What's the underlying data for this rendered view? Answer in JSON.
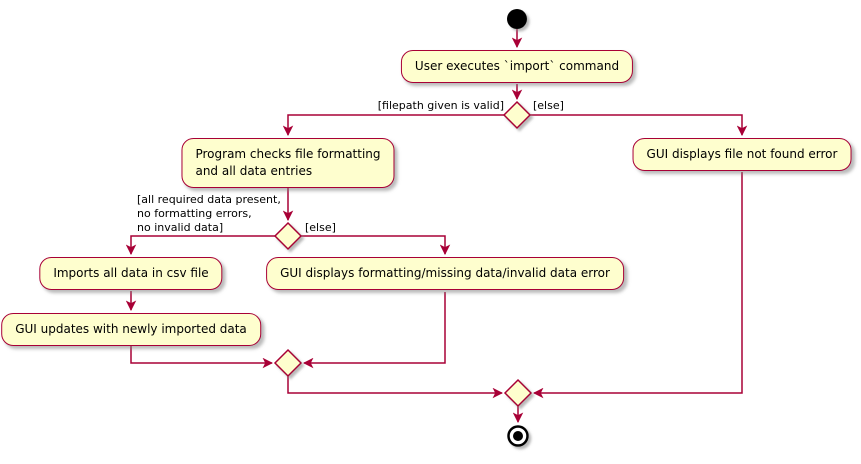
{
  "diagram": {
    "type": "uml-activity-diagram",
    "colors": {
      "node_fill": "#FEFECE",
      "node_border": "#A80036",
      "edge": "#A80036",
      "text": "#000000",
      "start_end_node": "#000000",
      "background": "#FFFFFF"
    },
    "activities": {
      "import_command": "User executes `import` command",
      "check_formatting": "Program checks file formatting\nand all data entries",
      "gui_file_error": "GUI displays file not found error",
      "imports_csv": "Imports all data in csv file",
      "gui_updates": "GUI updates with newly imported data",
      "gui_data_error": "GUI displays formatting/missing data/invalid data error"
    },
    "guards": {
      "filepath_valid": "[filepath given is valid]",
      "filepath_else": "[else]",
      "data_valid": "[all required data present,\nno formatting errors,\nno invalid data]",
      "data_else": "[else]"
    }
  }
}
